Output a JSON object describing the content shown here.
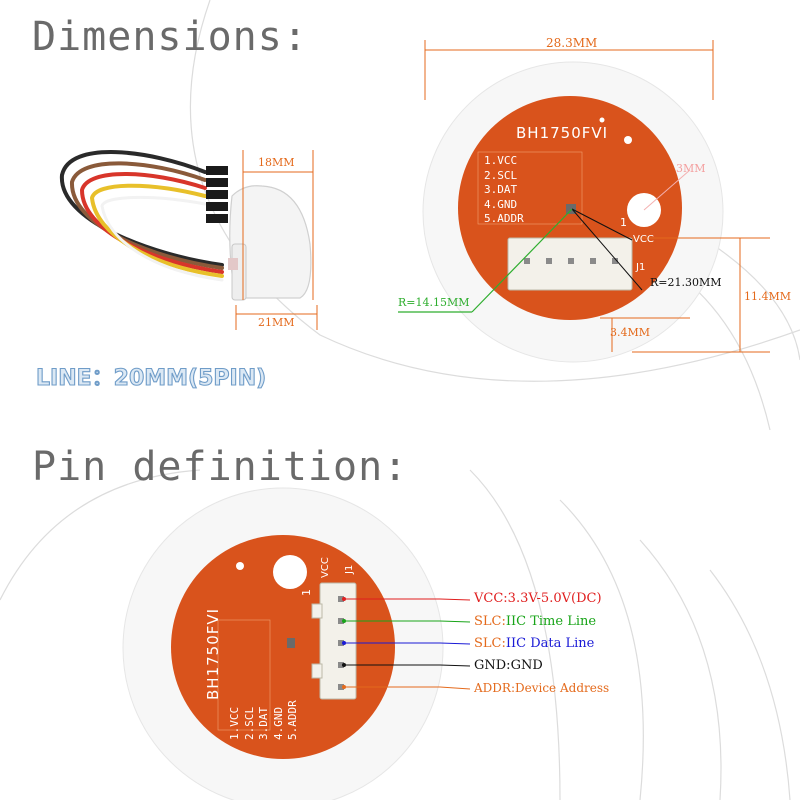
{
  "headings": {
    "dimensions": "Dimensions:",
    "pin_definition": "Pin definition:"
  },
  "line_spec": "LINE：20MM(5PIN)",
  "board": {
    "chip_name": "BH1750FVI",
    "pins": [
      "1.VCC",
      "2.SCL",
      "3.DAT",
      "4.GND",
      "5.ADDR"
    ],
    "connector_ref": "J1",
    "connector_pin1": "1",
    "connector_vcc": "VCC"
  },
  "dims": {
    "width_top": "28.3MM",
    "dome_height": "18MM",
    "dome_width": "21MM",
    "hole": "3MM",
    "radius_large": "R=21.30MM",
    "radius_small": "R=14.15MM",
    "connector_height": "11.4MM",
    "connector_offset": "3.4MM"
  },
  "pin_defs": [
    {
      "name": "VCC:",
      "desc": "3.3V-5.0V(DC)",
      "name_color": "#e01e1e",
      "desc_color": "#e01e1e",
      "wire_color": "#e01e1e"
    },
    {
      "name": "SLC:",
      "desc": "IIC Time Line",
      "name_color": "#e46a1c",
      "desc_color": "#18a418",
      "wire_color": "#18a418"
    },
    {
      "name": "SLC:",
      "desc": "IIC Data Line",
      "name_color": "#e46a1c",
      "desc_color": "#1a1ad6",
      "wire_color": "#1a1ad6"
    },
    {
      "name": "GND:",
      "desc": "GND",
      "name_color": "#111111",
      "desc_color": "#111111",
      "wire_color": "#111111"
    },
    {
      "name": "ADDR:",
      "desc": "Device Address",
      "name_color": "#e46a1c",
      "desc_color": "#e46a1c",
      "wire_color": "#e46a1c"
    }
  ],
  "colors": {
    "pcb": "#d9531c",
    "dimension": "#e46a1c",
    "heading": "#6a6a6a",
    "line_spec_outline": "#6f9cc8"
  }
}
